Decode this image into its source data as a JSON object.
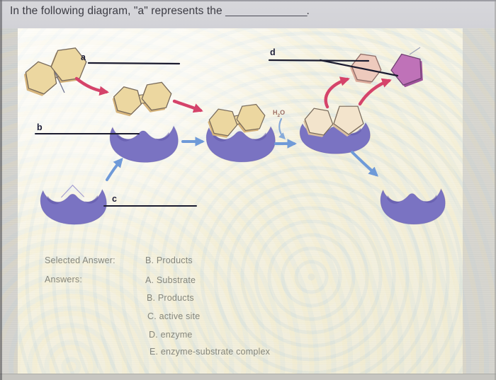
{
  "window": {
    "title_prefix": "In the following diagram, \"a\" represents the ",
    "title_blank": "_______________",
    "title_suffix": "."
  },
  "diagram": {
    "description": "enzyme-substrate reaction cycle",
    "labels": {
      "a": "a",
      "b": "b",
      "c": "c",
      "d": "d"
    },
    "water": {
      "h": "H",
      "sub": "2",
      "o": "O"
    },
    "colors": {
      "enzyme": "#7a73c2",
      "enzyme_shadow": "#5e56a8",
      "substrate": "#ecd7a0",
      "substrate_edge": "#d6b47b",
      "substrate_outline": "#77695a",
      "product_docked": "#f3e4cc",
      "product_docked_edge": "#d9bfa0",
      "product_pink": "#eecabd",
      "product_pink_edge": "#dcab9c",
      "product_purple": "#bf72b8",
      "product_purple_edge": "#9d519a",
      "arrow_red": "#d5436a",
      "arrow_blue": "#6f9ad8",
      "line_black": "#1b1b2f",
      "water_text": "#9c6f66"
    }
  },
  "answers": {
    "selected_label": "Selected Answer:",
    "selected_value": "B. Products",
    "list_label": "Answers:",
    "options": [
      "A. Substrate",
      "B. Products",
      "C. active site",
      "D. enzyme",
      "E. enzyme-substrate complex"
    ]
  }
}
